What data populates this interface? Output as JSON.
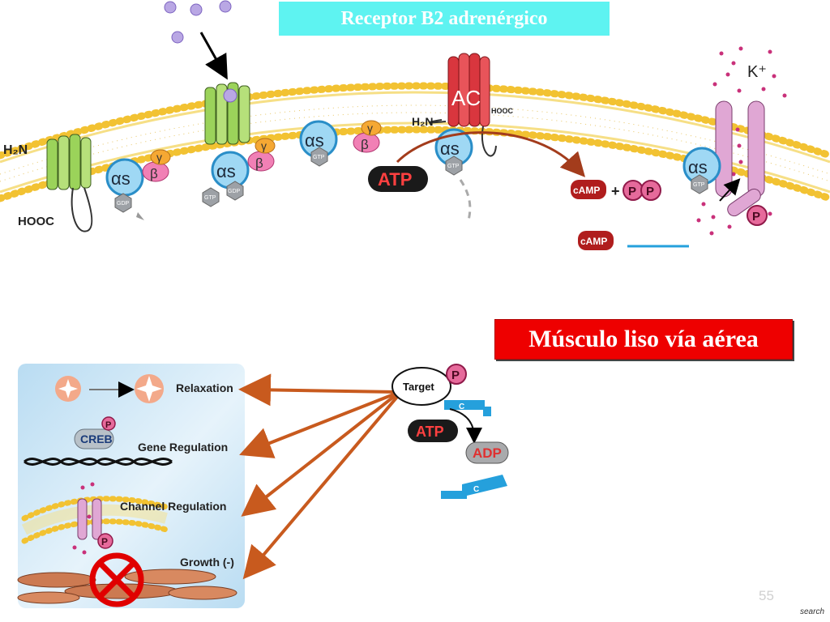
{
  "title": "Receptor B2 adrenérgico",
  "subtitle": "Músculo liso vía aérea",
  "slide_number": "55",
  "search_label": "search",
  "membrane_labels": {
    "h2n_left": "H₂N",
    "hooc_left": "HOOC",
    "h2n_ac": "H₂N",
    "hooc_ac": "HOOC",
    "adenylyl_cyclase": "AC",
    "potassium": "K⁺"
  },
  "g_protein": {
    "alpha": "αs",
    "beta": "β",
    "gamma": "γ",
    "gdp": "GDP",
    "gtp": "GTP"
  },
  "molecules": {
    "atp": "ATP",
    "camp": "cAMP",
    "plus": "+",
    "phosphate": "P",
    "adp": "ADP",
    "catalytic": "C"
  },
  "target_panel": {
    "target": "Target",
    "creb": "CREB",
    "effects": [
      "Relaxation",
      "Gene Regulation",
      "Channel Regulation",
      "Growth (-)"
    ]
  },
  "colors": {
    "title_bg": "#5ef3f1",
    "subtitle_bg": "#ee0000",
    "membrane": "#f2c232",
    "alpha_subunit": "#3aaee5",
    "receptor_green": "#9bd35a",
    "adenylyl_cyclase": "#d9363e",
    "arrow": "#c85a1e",
    "panel_bg": "#cde6f6"
  }
}
